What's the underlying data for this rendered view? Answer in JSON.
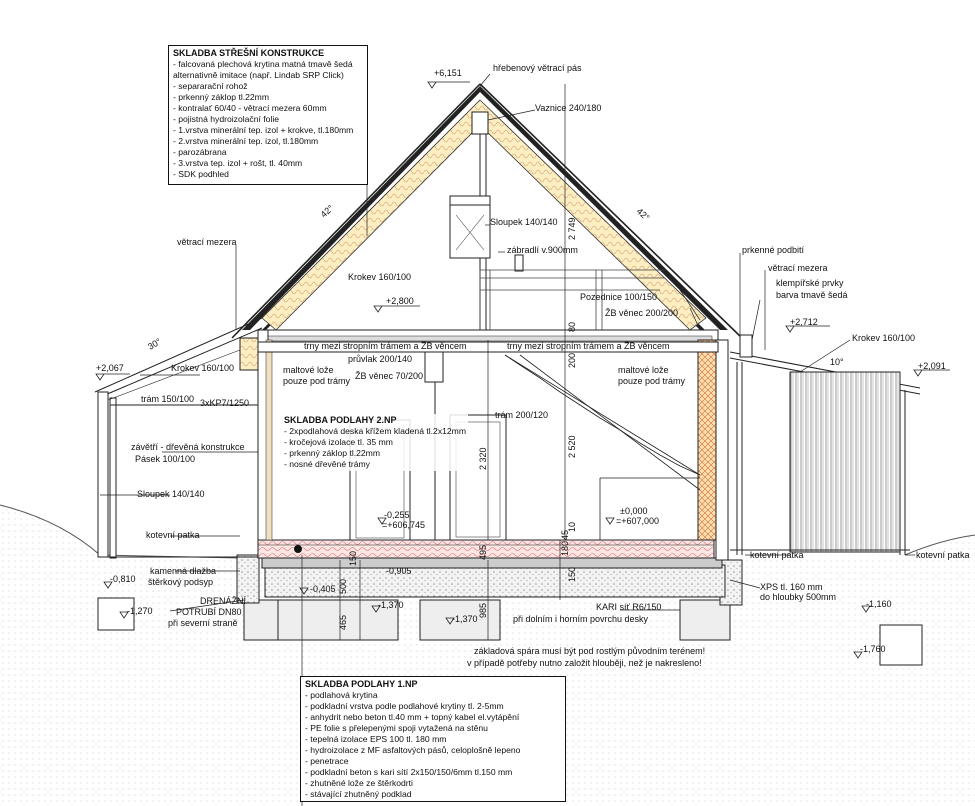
{
  "roof_spec": {
    "title": "SKLADBA STŘEŠNÍ KONSTRUKCE",
    "lines": [
      "- falcovaná plechová krytina matná tmavě šedá",
      "alternativně imitace (např. Lindab SRP Click)",
      "- separarační rohož",
      "- prkenný záklop tl.22mm",
      "- kontralať 60/40 - větrací mezera 60mm",
      "- pojistná hydroizolační folie",
      "- 1.vrstva minerální tep. izol + krokve, tl.180mm",
      "- 2.vrstva minerální tep. izol, tl.180mm",
      "- parozábrana",
      "- 3.vrstva tep. izol + rošt, tl. 40mm",
      "- SDK podhled"
    ]
  },
  "floor2_spec": {
    "title": "SKLADBA PODLAHY 2.NP",
    "lines": [
      "- 2xpodlahová deska křížem kladená tl.2x12mm",
      "- kročejová izolace tl. 35 mm",
      "- prkenný záklop tl.22mm",
      "- nosné dřevěné trámy"
    ]
  },
  "floor1_spec": {
    "title": "SKLADBA PODLAHY 1.NP",
    "lines": [
      "- podlahová krytina",
      "- podkladní vrstva podle podlahové krytiny tl. 2-5mm",
      "- anhydrit nebo beton tl.40 mm + topný kabel el.vytápění",
      "- PE folie s přelepenými spoji vytažená na stěnu",
      "- tepelná izolace EPS 100 tl. 180 mm",
      "- hydroizolace z MF asfaltových pásů, celoplošně lepeno",
      "- penetrace",
      "- podkladní beton s kari sítí 2x150/150/6mm tl.150 mm",
      "- zhutněné lože ze štěrkodrti",
      "- stávající zhutněný podklad"
    ]
  },
  "labels": {
    "ridge_vent": "hřebenový větrací pás",
    "purlin": "Vaznice 240/180",
    "post_140": "Sloupek 140/140",
    "railing": "zábradlí v.900mm",
    "vent_gap_left": "větrací mezera",
    "rafter_main": "Krokev 160/100",
    "wall_plate": "Pozednice 100/150",
    "rc_ring": "ŽB věnec 200/200",
    "fascia": "prkenné podbití",
    "vent_gap_right": "větrací mezera",
    "flashing1": "klempířské prvky",
    "flashing2": "barva tmavě šedá",
    "rafter_right": "Krokev 160/100",
    "joists_left": "trny mezi stropním trámem a ŽB věncem",
    "joists_right": "trny mezi stropním trámem a ŽB věncem",
    "lintel": "průvlak 200/140",
    "rc_ring70": "ŽB věnec 70/200",
    "mortar_left1": "maltové lože",
    "mortar_left2": "pouze pod trámy",
    "mortar_right1": "maltové lože",
    "mortar_right2": "pouze pod trámy",
    "rafter_left": "Krokev 160/100",
    "beam_150": "trám 150/100",
    "kp7": "3xKP7/1250",
    "beam_200": "trám 200/120",
    "brace": "závětří - dřevěná konstrukce",
    "strip": "Pásek 100/100",
    "post_left": "Sloupek 140/140",
    "footing_left": "kotevní patka",
    "paving1": "kamenná dlažba",
    "paving2": "štěrkový podsyp",
    "drain1": "DRENÁŽNÍ",
    "drain2": "POTRUBÍ DN80",
    "drain3": "při severní straně",
    "footing_mid": "kotevní patka",
    "footing_right": "kotevní patka",
    "xps1": "XPS tl. 160 mm",
    "xps2": "do hloubky 500mm",
    "kari1": "KARI síť R6/150",
    "kari2": "při dolním i horním povrchu desky",
    "note1": "základová spára musí být pod rostlým původním terénem!",
    "note2": "v případě potřeby nutno založit hlouběji, než je nakresleno!",
    "angle_left": "42°",
    "angle_right": "42°",
    "angle_porch": "30°",
    "angle_shed": "10°"
  },
  "levels": {
    "ridge": "+6,151",
    "l2800": "+2,800",
    "l2712": "+2,712",
    "l2067": "+2,067",
    "l2091": "+2,091",
    "m0255": "-0,255",
    "m0255b": "=+606,745",
    "zero": "±0,000",
    "zerob": "=+607,000",
    "m0810": "-0,810",
    "m1270": "-1,270",
    "m0405": "-0,405",
    "m1370": "-1,370",
    "m1370b": "-1,370",
    "m1160": "-1,160",
    "m1760": "-1,760",
    "m0905": "-0,905"
  },
  "dims": {
    "d2749": "2 749",
    "d2320": "2 320",
    "d2520": "2 520",
    "d200": "200",
    "d80": "80",
    "d985": "985",
    "d495": "495",
    "d150": "150",
    "d500": "500",
    "d465": "465",
    "d180": "180",
    "d45": "45",
    "d10": "10",
    "d150b": "150"
  }
}
